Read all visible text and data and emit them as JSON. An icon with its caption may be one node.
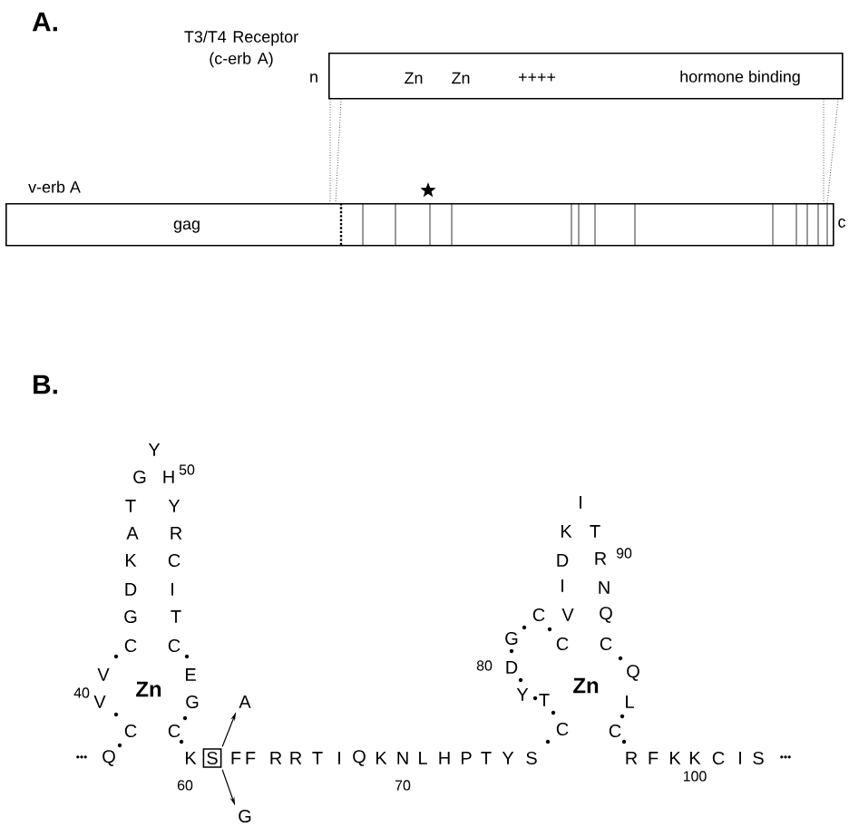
{
  "diagram": {
    "nodes": [
      {
        "text": [
          "T3/T4 Receptor (c-erb A)",
          "n",
          "Zn",
          "Zn",
          "++++",
          "hormone binding"
        ]
      },
      {
        "text": [
          "v-erb A",
          "gag"
        ],
        "beside": [
          "c"
        ]
      },
      {
        "text": [
          "S"
        ]
      },
      {
        "text": [
          "A"
        ]
      },
      {
        "text": [
          "G"
        ]
      }
    ],
    "edges": [
      {
        "from": 0,
        "to": 1,
        "arrow": "none",
        "style": "dashed"
      },
      {
        "from": 0,
        "to": 1,
        "arrow": "none",
        "style": "dashed"
      },
      {
        "from": 0,
        "to": 1,
        "arrow": "none",
        "style": "dashed"
      },
      {
        "from": 0,
        "to": 1,
        "arrow": "none",
        "style": "dashed"
      },
      {
        "from": 2,
        "to": 3,
        "arrow": "to"
      },
      {
        "from": 2,
        "to": 4,
        "arrow": "to"
      }
    ],
    "labels": [
      "A.",
      "B.",
      "Y",
      "G",
      "H",
      "50",
      "T",
      "Y",
      "A",
      "R",
      "K",
      "C",
      "D",
      "I",
      "G",
      "T",
      "C",
      "C",
      "V",
      "E",
      "40",
      "V",
      "Zn",
      "G",
      "C",
      "C",
      "I",
      "K",
      "T",
      "D",
      "R",
      "90",
      "I",
      "N",
      "C",
      "V",
      "Q",
      "G",
      "C",
      "C",
      "80",
      "D",
      "Q",
      "Zn",
      "Y",
      "T",
      "L",
      "C",
      "C",
      "•••",
      "Q",
      "K",
      "F",
      "F",
      "R",
      "R",
      "T",
      "I",
      "Q",
      "K",
      "N",
      "L",
      "H",
      "P",
      "T",
      "Y",
      "S",
      "R",
      "F",
      "K",
      "K",
      "C",
      "I",
      "S",
      "•••",
      "60",
      "70",
      "100"
    ]
  }
}
